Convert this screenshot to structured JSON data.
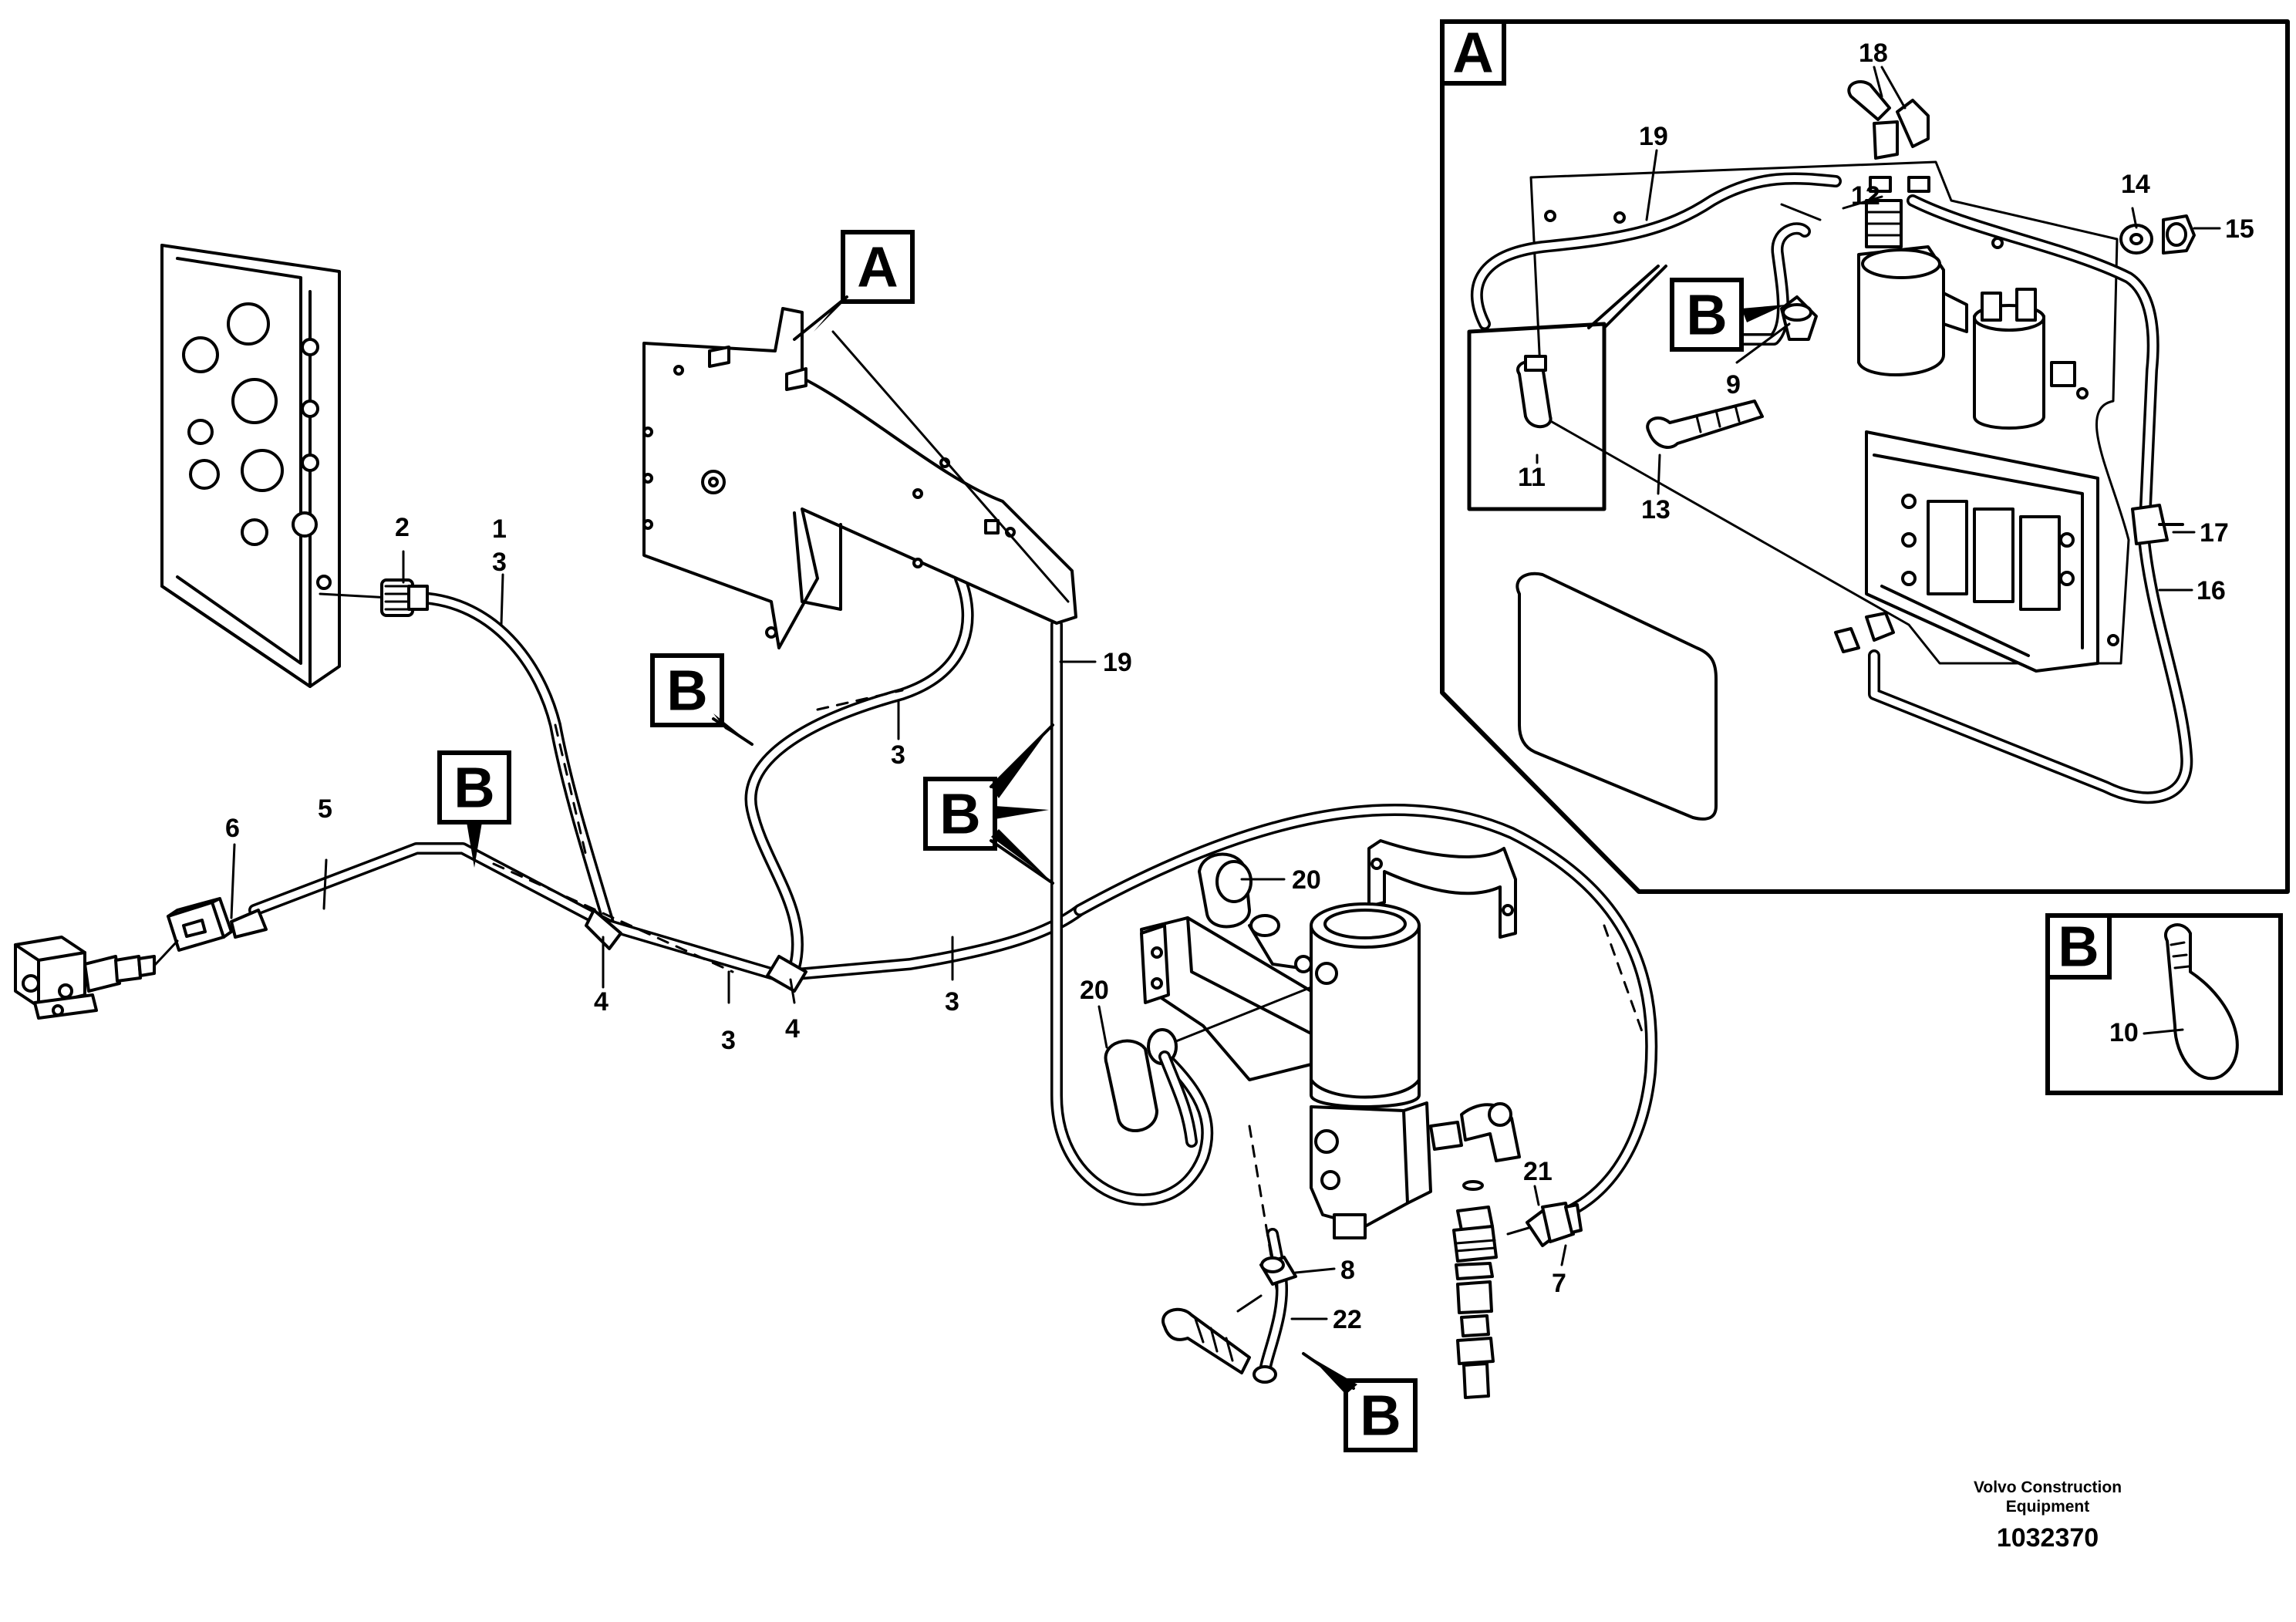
{
  "callouts": {
    "a": "A",
    "b": "B"
  },
  "insets": {
    "a_label": "A",
    "b_label": "B"
  },
  "part_numbers": {
    "n1": "1",
    "n2": "2",
    "n3": "3",
    "n4": "4",
    "n5": "5",
    "n6": "6",
    "n7": "7",
    "n8": "8",
    "n9": "9",
    "n10": "10",
    "n11": "11",
    "n12": "12",
    "n13": "13",
    "n14": "14",
    "n15": "15",
    "n16": "16",
    "n17": "17",
    "n18": "18",
    "n19": "19",
    "n20": "20",
    "n21": "21",
    "n22": "22"
  },
  "footer": {
    "brand_line1": "Volvo Construction",
    "brand_line2": "Equipment",
    "drawing_number": "1032370"
  }
}
